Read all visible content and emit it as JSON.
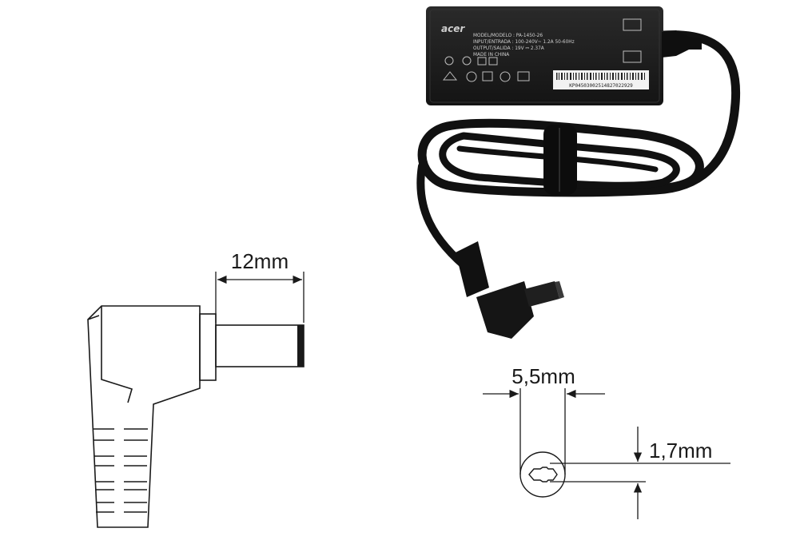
{
  "dimensions": {
    "length": "12mm",
    "outer_diameter": "5,5mm",
    "inner_diameter": "1,7mm"
  },
  "adapter_label": {
    "brand": "acer",
    "model_line": "MODEL/MODELO : PA-1450-26",
    "input_line": "INPUT/ENTRADA : 100-240V~ 1.2A 50-60Hz",
    "output_line": "OUTPUT/SALIDA : 19V ⎓ 2.37A",
    "origin_line": "MADE IN CHINA",
    "serial_prefix": "KP",
    "serial": "KP04503002514827022929"
  },
  "colors": {
    "line": "#1a1a1a",
    "adapter_body": "#1d1d1d",
    "label_text": "#cfcfcf"
  }
}
